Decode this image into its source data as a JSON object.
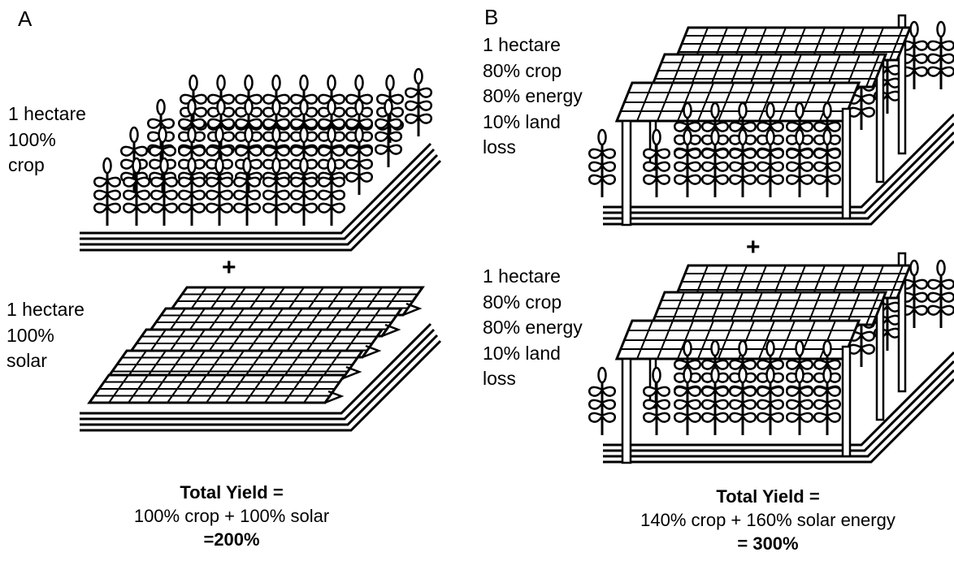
{
  "panel_a": {
    "letter": "A",
    "crop_label": [
      "1 hectare",
      "100%",
      "crop"
    ],
    "plus": "+",
    "solar_label": [
      "1 hectare",
      "100%",
      "solar"
    ],
    "yield_title": "Total Yield =",
    "yield_formula": "100% crop + 100% solar",
    "yield_total": "=200%"
  },
  "panel_b": {
    "letter": "B",
    "top_label": [
      "1 hectare",
      "80% crop",
      "80% energy",
      "10% land",
      "loss"
    ],
    "plus": "+",
    "bottom_label": [
      "1 hectare",
      "80% crop",
      "80% energy",
      "10% land",
      "loss"
    ],
    "yield_title": "Total Yield =",
    "yield_formula": "140% crop + 160% solar energy",
    "yield_total": "= 300%"
  }
}
